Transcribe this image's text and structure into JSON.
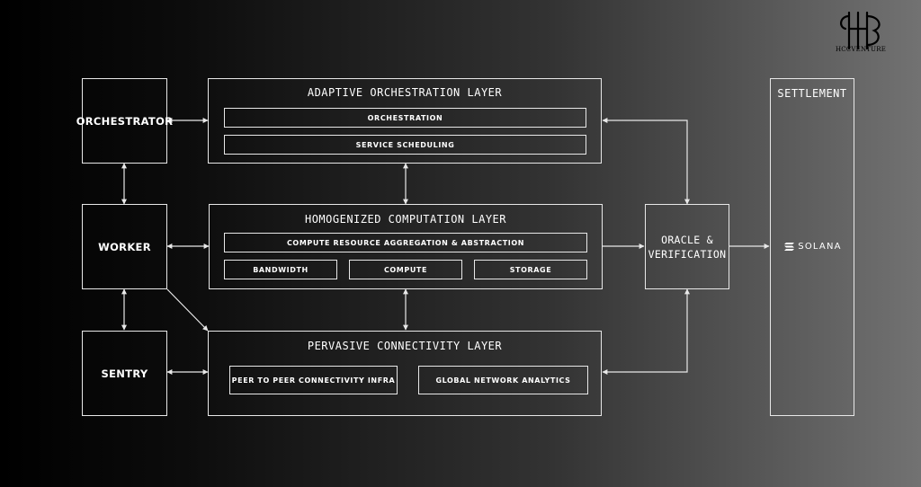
{
  "logo": {
    "caption": "HCCVENTURE"
  },
  "side": {
    "orchestrator": "ORCHESTRATOR",
    "worker": "WORKER",
    "sentry": "SENTRY"
  },
  "orchestration_layer": {
    "title": "ADAPTIVE ORCHESTRATION LAYER",
    "items": [
      "ORCHESTRATION",
      "SERVICE SCHEDULING"
    ]
  },
  "computation_layer": {
    "title": "HOMOGENIZED COMPUTATION LAYER",
    "aggregation": "COMPUTE RESOURCE AGGREGATION & ABSTRACTION",
    "resources": [
      "BANDWIDTH",
      "COMPUTE",
      "STORAGE"
    ]
  },
  "connectivity_layer": {
    "title": "PERVASIVE CONNECTIVITY LAYER",
    "items": [
      "PEER TO PEER CONNECTIVITY INFRA",
      "GLOBAL NETWORK ANALYTICS"
    ]
  },
  "oracle": {
    "line1": "ORACLE &",
    "line2": "VERIFICATION"
  },
  "settlement": {
    "title": "SETTLEMENT",
    "chain": "SOLANA"
  }
}
